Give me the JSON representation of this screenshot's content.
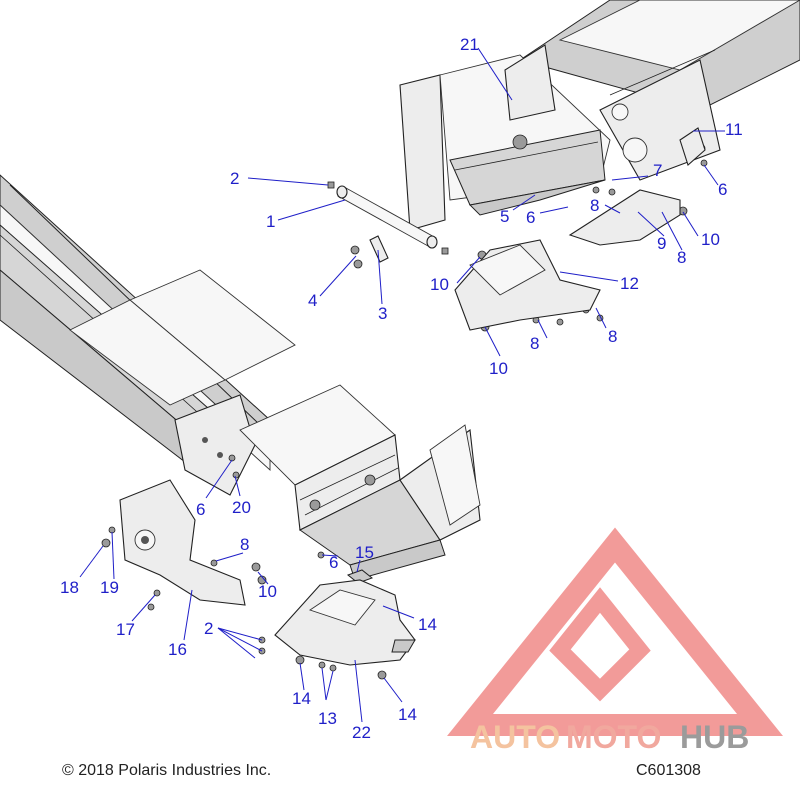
{
  "footer": {
    "copyright": "© 2018 Polaris Industries Inc.",
    "drawing_code": "C601308"
  },
  "watermark": {
    "word_auto": "AUTO",
    "word_moto": "MOTO",
    "word_hub": "HUB",
    "colors": {
      "logo": "#f08a88",
      "auto": "#f3b98f",
      "moto": "#ef9a8e",
      "hub": "#8a8a8a"
    }
  },
  "callout_color": "#1f1fc8",
  "callouts": {
    "c1": "1",
    "c2a": "2",
    "c2b": "2",
    "c3": "3",
    "c4": "4",
    "c5": "5",
    "c6a": "6",
    "c6b": "6",
    "c6c": "6",
    "c6d": "6",
    "c7": "7",
    "c8a": "8",
    "c8b": "8",
    "c8c": "8",
    "c8d": "8",
    "c8e": "8",
    "c9": "9",
    "c10a": "10",
    "c10b": "10",
    "c10c": "10",
    "c10d": "10",
    "c11": "11",
    "c12": "12",
    "c13": "13",
    "c14a": "14",
    "c14b": "14",
    "c14c": "14",
    "c15": "15",
    "c16": "16",
    "c17": "17",
    "c18": "18",
    "c19": "19",
    "c20": "20",
    "c21": "21",
    "c22": "22"
  }
}
